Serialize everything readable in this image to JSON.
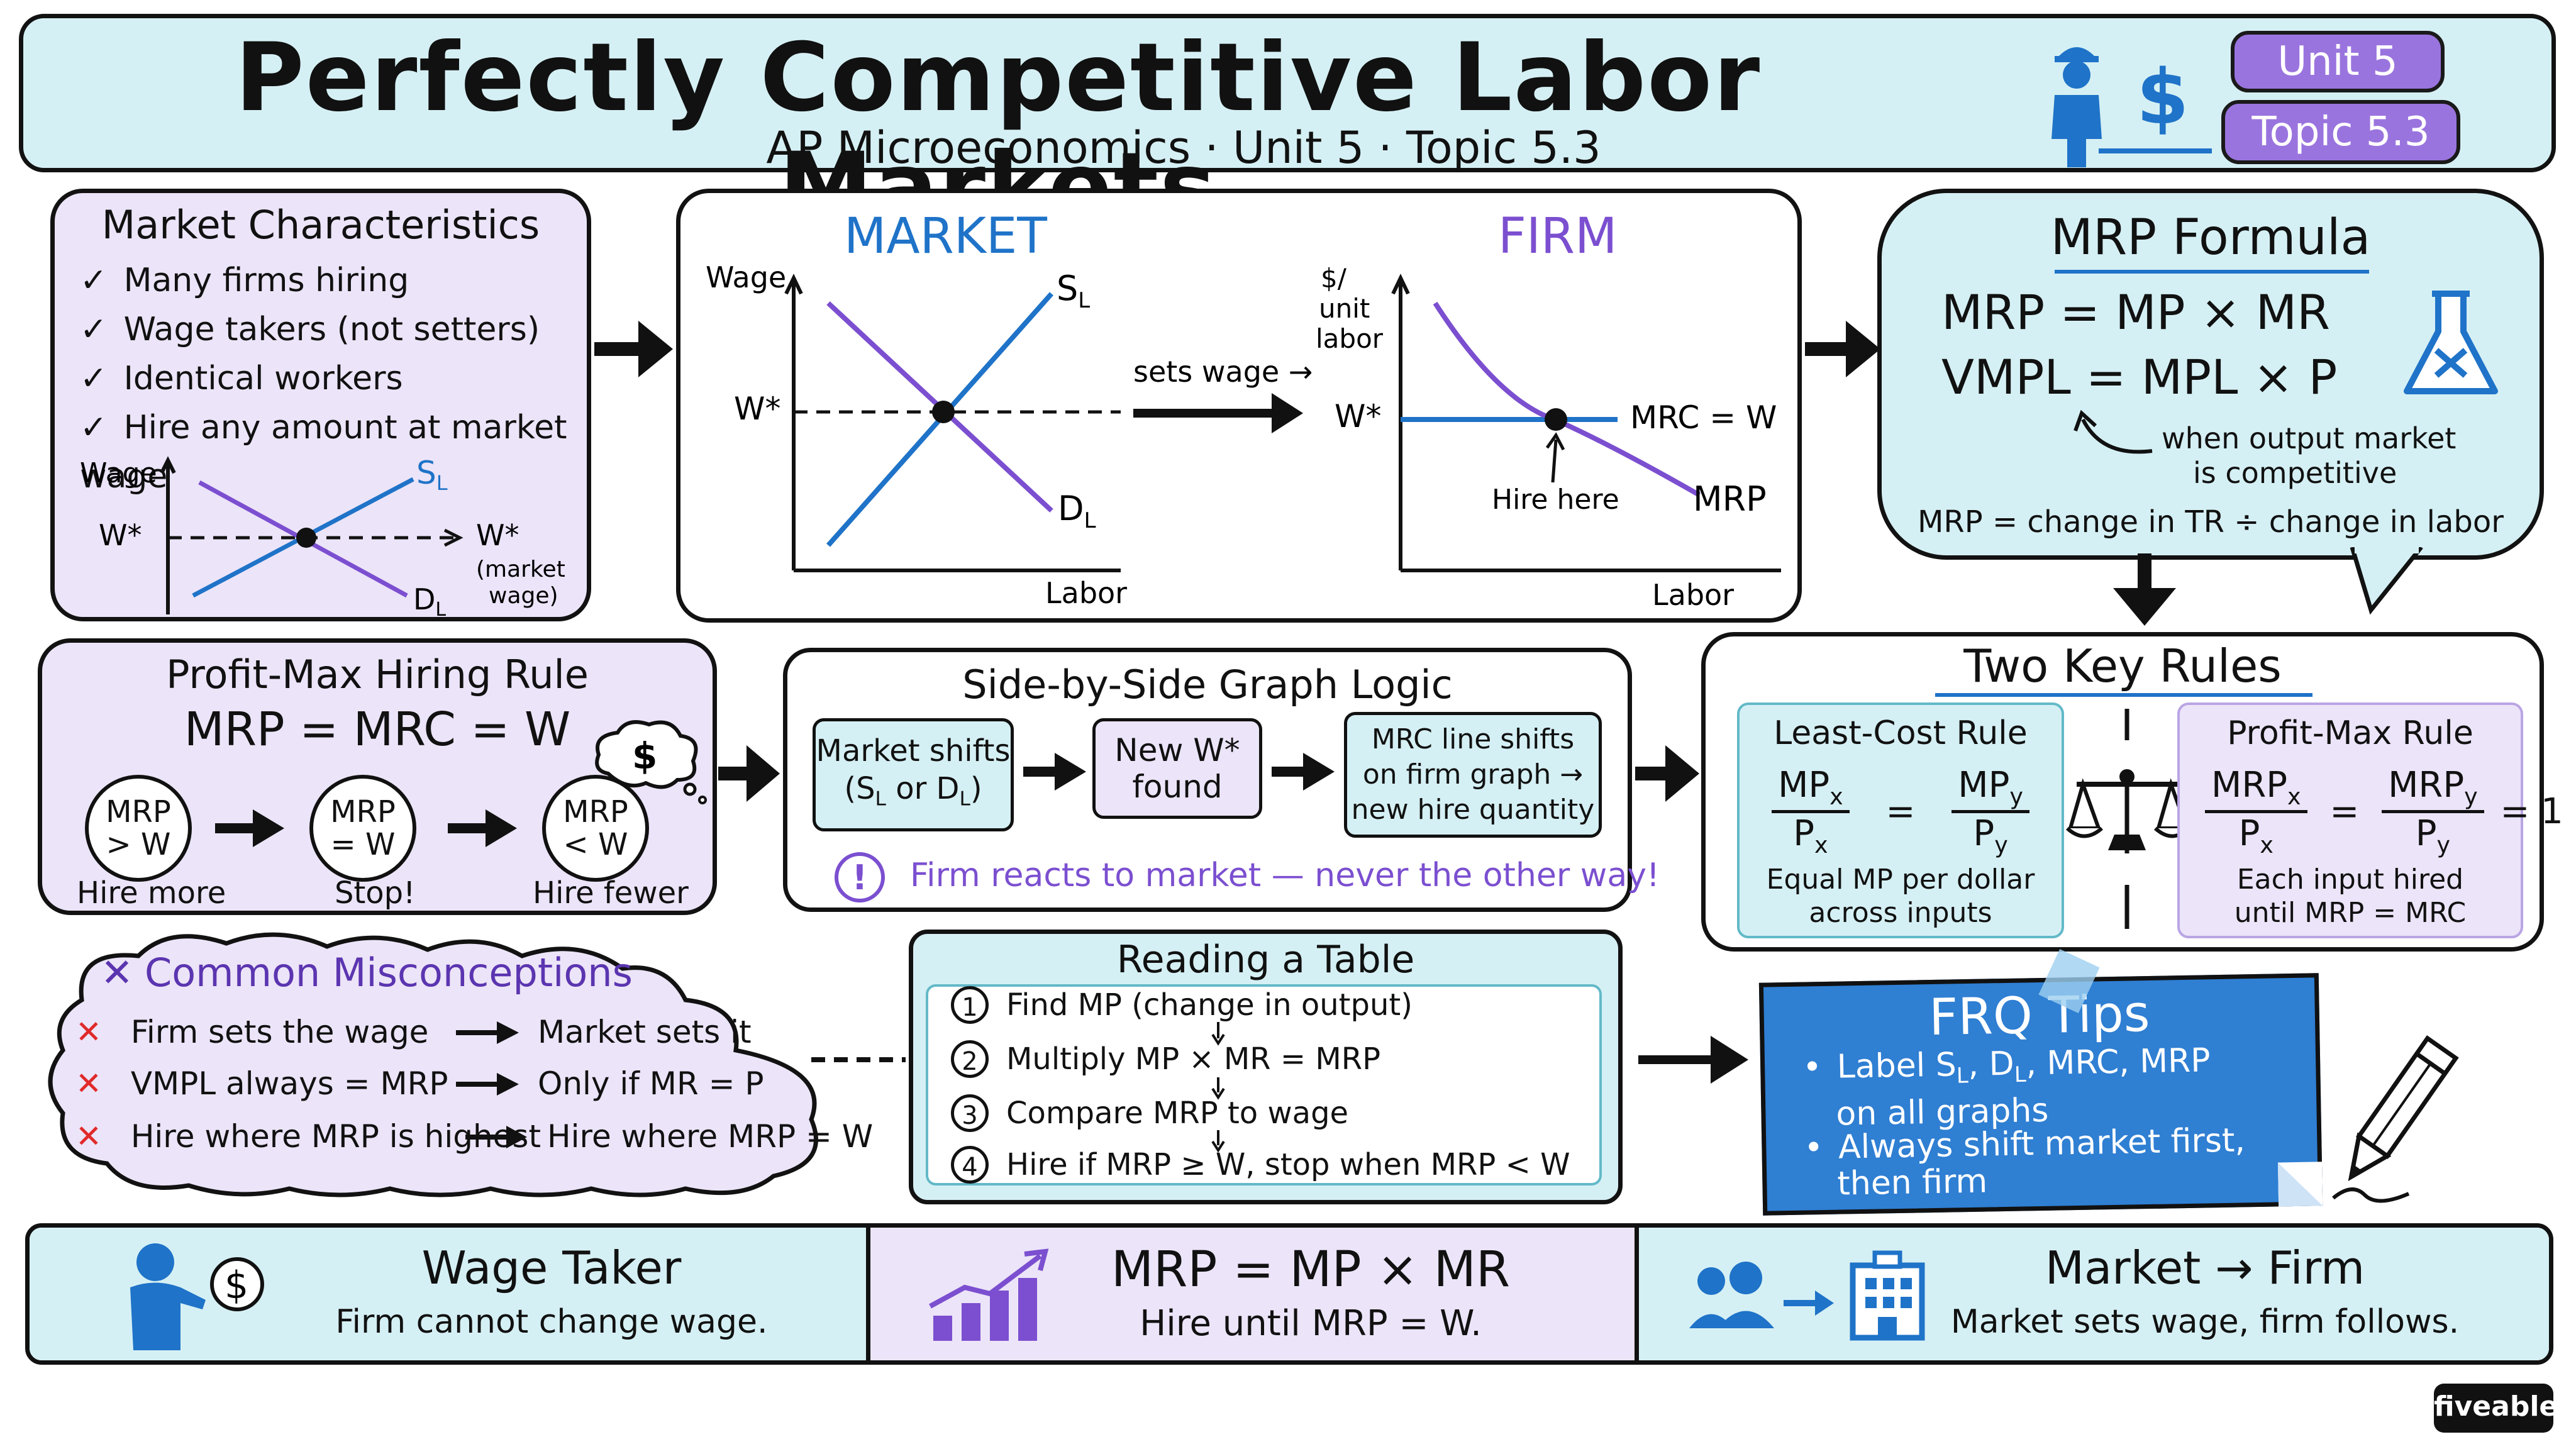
{
  "header": {
    "title": "Perfectly Competitive Labor Markets",
    "subtitle": "AP Microeconomics · Unit 5 · Topic 5.3",
    "badge_unit": "Unit 5",
    "badge_topic": "Topic 5.3",
    "icon_worker": "worker-icon",
    "icon_dollar": "$"
  },
  "characteristics": {
    "title": "Market Characteristics",
    "items": [
      "Many firms hiring",
      "Wage takers (not setters)",
      "Identical workers",
      "Hire any amount at market wage"
    ],
    "check": "✓",
    "graph": {
      "ylabel": "Wage",
      "wstar": "W*",
      "s": "S",
      "s_sub": "L",
      "d": "D",
      "d_sub": "L",
      "note_w": "W*",
      "note_mkt": "(market",
      "note_wage": "wage)"
    }
  },
  "market_firm": {
    "market_title": "MARKET",
    "firm_title": "FIRM",
    "m_ylabel": "Wage",
    "m_wstar": "W*",
    "m_s": "S",
    "m_s_sub": "L",
    "m_d": "D",
    "m_d_sub": "L",
    "m_xlabel": "Labor",
    "sets_wage": "sets wage →",
    "f_ylabel1": "$/",
    "f_ylabel2": "unit",
    "f_ylabel3": "labor",
    "f_wstar": "W*",
    "f_mrc": "MRC = W",
    "f_hire": "Hire here",
    "f_mrp": "MRP",
    "f_xlabel": "Labor"
  },
  "mrp_formula": {
    "title": "MRP Formula",
    "line1": "MRP = MP × MR",
    "line2": "VMPL = MPL × P",
    "note1": "when output market",
    "note2": "is competitive",
    "line3": "MRP = change in TR ÷ change in labor",
    "icon": "flask-icon"
  },
  "profit_max": {
    "title": "Profit-Max Hiring Rule",
    "rule": "MRP = MRC = W",
    "c1": "MRP > W",
    "c2": "MRP = W",
    "c3": "MRP < W",
    "l1": "Hire more",
    "l2": "Stop!",
    "l3": "Hire fewer",
    "bubble": "$"
  },
  "side_by_side": {
    "title": "Side-by-Side Graph Logic",
    "b1_line1": "Market shifts",
    "b1_line2": "(S",
    "b1_sub1": "L",
    "b1_mid": " or D",
    "b1_sub2": "L",
    "b1_end": ")",
    "b2_line1": "New W*",
    "b2_line2": "found",
    "b3_line1": "MRC line shifts",
    "b3_line2": "on firm graph →",
    "b3_line3": "new hire quantity",
    "warn_icon": "!",
    "warn": "Firm reacts to market — never the other way!"
  },
  "two_rules": {
    "title": "Two Key Rules",
    "lc_title": "Least-Cost Rule",
    "lc_n1": "MP",
    "lc_n1_sub": "x",
    "lc_d1": "P",
    "lc_d1_sub": "x",
    "lc_eq": "=",
    "lc_n2": "MP",
    "lc_n2_sub": "y",
    "lc_d2": "P",
    "lc_d2_sub": "y",
    "lc_note1": "Equal MP per dollar",
    "lc_note2": "across inputs",
    "pm_title": "Profit-Max Rule",
    "pm_n1": "MRP",
    "pm_n1_sub": "x",
    "pm_d1": "P",
    "pm_d1_sub": "x",
    "pm_eq": "=",
    "pm_n2": "MRP",
    "pm_n2_sub": "y",
    "pm_d2": "P",
    "pm_d2_sub": "y",
    "pm_tail": "= 1",
    "pm_note1": "Each input hired",
    "pm_note2": "until MRP = MRC",
    "icon": "scales-icon"
  },
  "misconceptions": {
    "title": "Common Misconceptions",
    "title_icon": "✕",
    "rows": [
      {
        "wrong": "Firm sets the wage",
        "right": "Market sets it"
      },
      {
        "wrong": "VMPL always = MRP",
        "right": "Only if MR = P"
      },
      {
        "wrong": "Hire where MRP is highest",
        "right": "Hire where MRP = W"
      }
    ],
    "x": "✕"
  },
  "reading_table": {
    "title": "Reading a Table",
    "steps": [
      {
        "n": "1",
        "text": "Find MP (change in output)"
      },
      {
        "n": "2",
        "text": "Multiply MP × MR = MRP"
      },
      {
        "n": "3",
        "text": "Compare MRP to wage"
      },
      {
        "n": "4",
        "text": "Hire if MRP ≥ W, stop when MRP < W"
      }
    ]
  },
  "frq": {
    "title": "FRQ Tips",
    "t1_a": "Label S",
    "t1_sub1": "L",
    "t1_b": ", D",
    "t1_sub2": "L",
    "t1_c": ", MRC, MRP",
    "t1_line2": "on all graphs",
    "t2_line1": "Always shift market first,",
    "t2_line2": "then firm",
    "bullet": "•",
    "icon": "pencil-icon"
  },
  "footer": {
    "p1_title": "Wage Taker",
    "p1_sub": "Firm cannot change wage.",
    "p1_icon": "person-dollar-icon",
    "p1_dollar": "$",
    "p2_title": "MRP = MP × MR",
    "p2_sub": "Hire until MRP = W.",
    "p2_icon": "growth-chart-icon",
    "p3_title": "Market → Firm",
    "p3_sub": "Market sets wage, firm follows.",
    "p3_icon": "people-to-building-icon"
  },
  "brand": "fiveable",
  "colors": {
    "blue": "#1f73c8",
    "purple": "#7b4fd0",
    "lavender": "#ece4f8",
    "cyan": "#d5f0f4",
    "frq_blue": "#2f7fd3",
    "red": "#e02a2a"
  }
}
